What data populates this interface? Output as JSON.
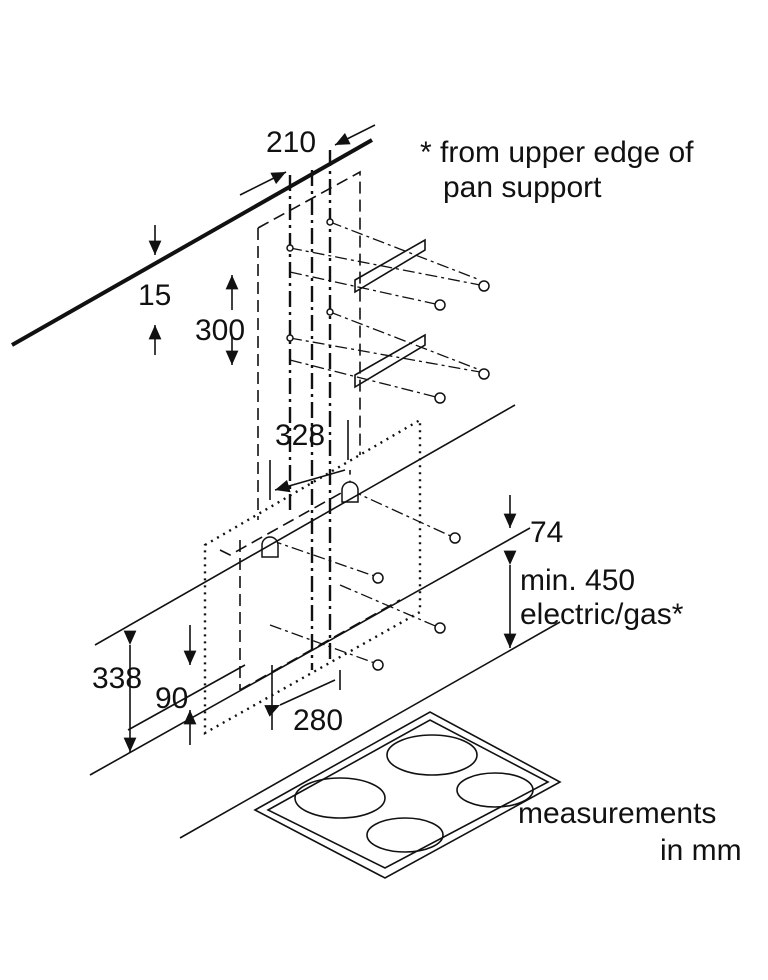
{
  "dimensions": {
    "d210": "210",
    "d15": "15",
    "d300": "300",
    "d328": "328",
    "d74": "74",
    "d338": "338",
    "d90": "90",
    "d280": "280"
  },
  "notes": {
    "pan_support_line1": "* from upper edge of",
    "pan_support_line2": "pan support",
    "min_line1": "min. 450",
    "min_line2": "electric/gas*",
    "units_line1": "measurements",
    "units_line2": "in mm"
  }
}
